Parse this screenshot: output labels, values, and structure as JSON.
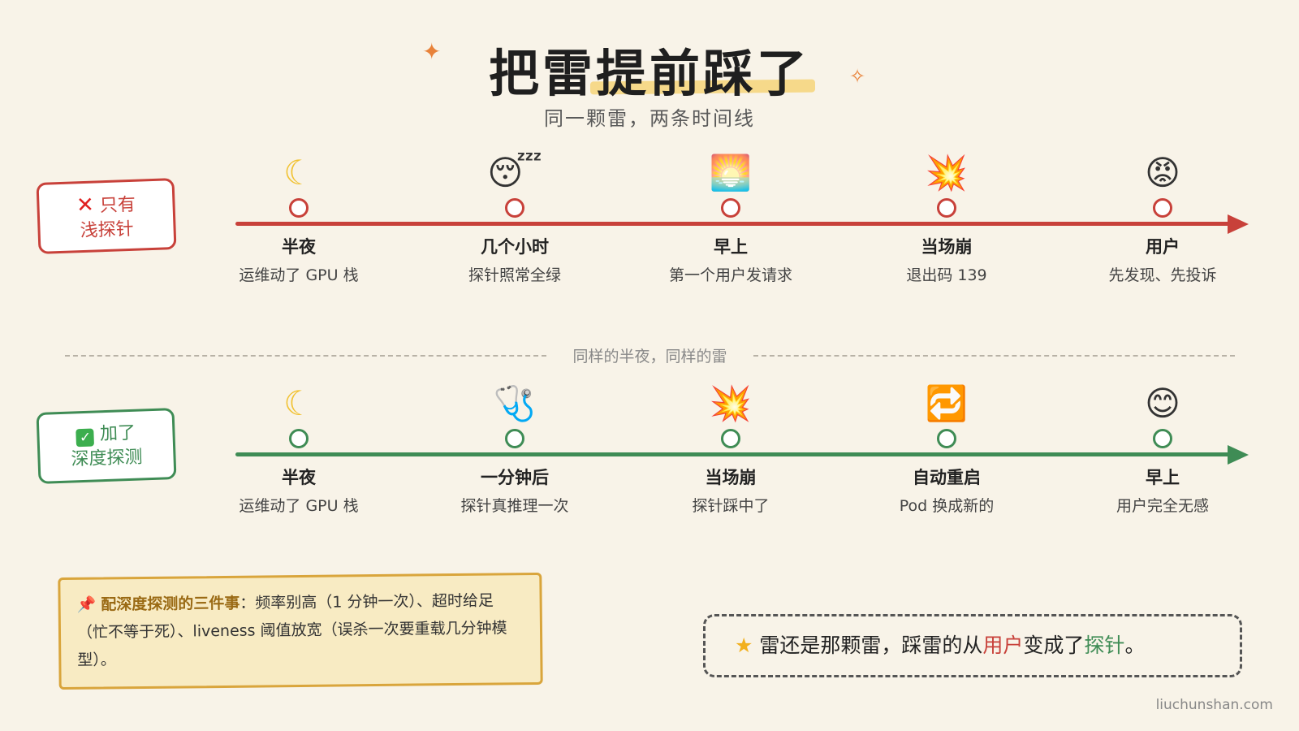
{
  "header": {
    "title": "把雷提前踩了",
    "subtitle": "同一颗雷，两条时间线",
    "sparkle_color": "#e8823a"
  },
  "colors": {
    "bad": "#c8413a",
    "good": "#3f8c55",
    "background": "#f8f3e8",
    "note_background": "#f8ebc3"
  },
  "top_timeline": {
    "badge": {
      "mark": "✕",
      "line1": "只有",
      "line2": "浅探针"
    },
    "events": [
      {
        "icon": "moon-icon",
        "glyph": "☾",
        "title": "半夜",
        "desc": "运维动了 GPU 栈"
      },
      {
        "icon": "sleeping-face-icon",
        "glyph": "😴",
        "title": "几个小时",
        "desc": "探针照常全绿"
      },
      {
        "icon": "sunrise-icon",
        "glyph": "🌅",
        "title": "早上",
        "desc": "第一个用户发请求"
      },
      {
        "icon": "explosion-icon",
        "glyph": "💥",
        "title": "当场崩",
        "desc": "退出码 139"
      },
      {
        "icon": "angry-face-icon",
        "glyph": "😡",
        "title": "用户",
        "desc": "先发现、先投诉"
      }
    ]
  },
  "divider": {
    "text": "同样的半夜，同样的雷"
  },
  "bottom_timeline": {
    "badge": {
      "mark": "✓",
      "line1": "加了",
      "line2": "深度探测"
    },
    "events": [
      {
        "icon": "moon-icon",
        "glyph": "☾",
        "title": "半夜",
        "desc": "运维动了 GPU 栈"
      },
      {
        "icon": "stethoscope-icon",
        "glyph": "🩺",
        "title": "一分钟后",
        "desc": "探针真推理一次"
      },
      {
        "icon": "explosion-icon",
        "glyph": "💥",
        "title": "当场崩",
        "desc": "探针踩中了"
      },
      {
        "icon": "repeat-icon",
        "glyph": "🔁",
        "title": "自动重启",
        "desc": "Pod 换成新的"
      },
      {
        "icon": "smiling-face-icon",
        "glyph": "😊",
        "title": "早上",
        "desc": "用户完全无感"
      }
    ]
  },
  "note": {
    "pin_icon": "pushpin-icon",
    "lead": "配深度探测的三件事",
    "body": "：频率别高（1 分钟一次）、超时给足（忙不等于死）、liveness 阈值放宽（误杀一次要重载几分钟模型）。"
  },
  "callout": {
    "star_icon": "star-icon",
    "text_before": "雷还是那颗雷，踩雷的从",
    "highlight_user": "用户",
    "text_middle": "变成了",
    "highlight_probe": "探针",
    "text_end": "。"
  },
  "footer": {
    "site": "liuchunshan.com"
  }
}
